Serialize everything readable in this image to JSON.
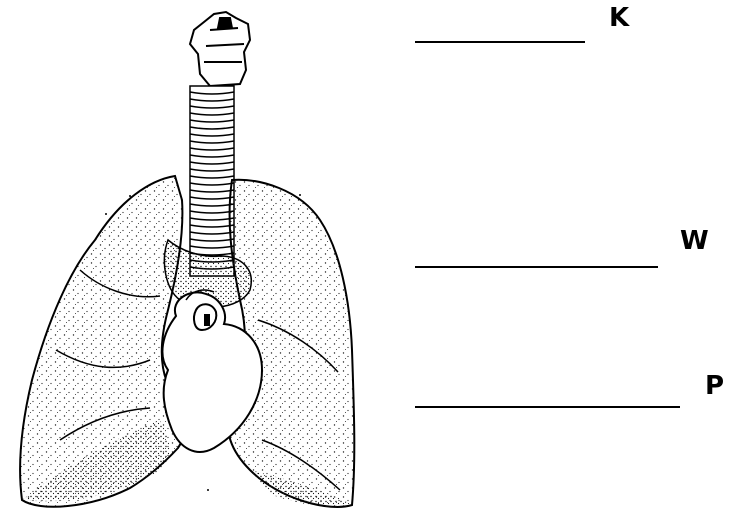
{
  "labels": [
    {
      "id": "k",
      "text": "K"
    },
    {
      "id": "w",
      "text": "W"
    },
    {
      "id": "p",
      "text": "P"
    }
  ],
  "colors": {
    "ink": "#000000",
    "paper": "#ffffff"
  },
  "illustration": "lungs-with-trachea-and-heart"
}
